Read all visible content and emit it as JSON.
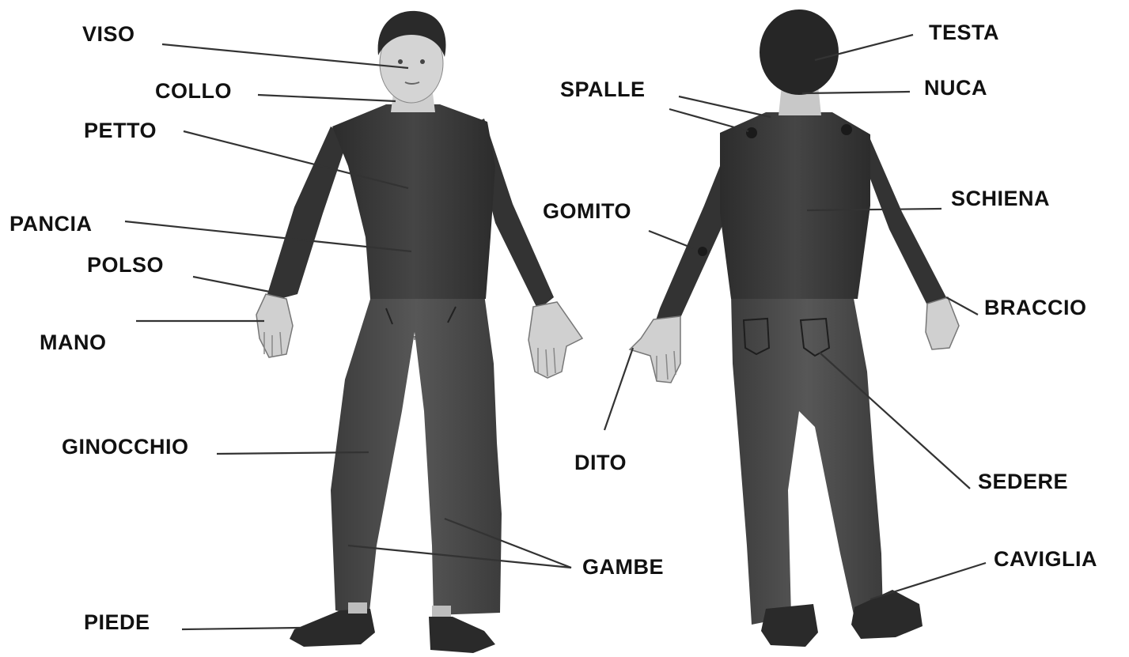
{
  "labels": {
    "viso": "VISO",
    "collo": "COLLO",
    "petto": "PETTO",
    "pancia": "PANCIA",
    "polso": "POLSO",
    "mano": "MANO",
    "ginocchio": "GINOCCHIO",
    "piede": "PIEDE",
    "gambe": "GAMBE",
    "testa": "TESTA",
    "nuca": "NUCA",
    "spalle": "SPALLE",
    "schiena": "SCHIENA",
    "gomito": "GOMITO",
    "braccio": "BRACCIO",
    "dito": "DITO",
    "sedere": "SEDERE",
    "caviglia": "CAVIGLIA"
  },
  "colors": {
    "shirt": "#3a3a3a",
    "pants": "#4a4a4a",
    "skin": "#d8d8d8",
    "hair": "#2a2a2a",
    "shoes": "#2e2e2e",
    "text": "#111111",
    "leader": "#333333"
  }
}
